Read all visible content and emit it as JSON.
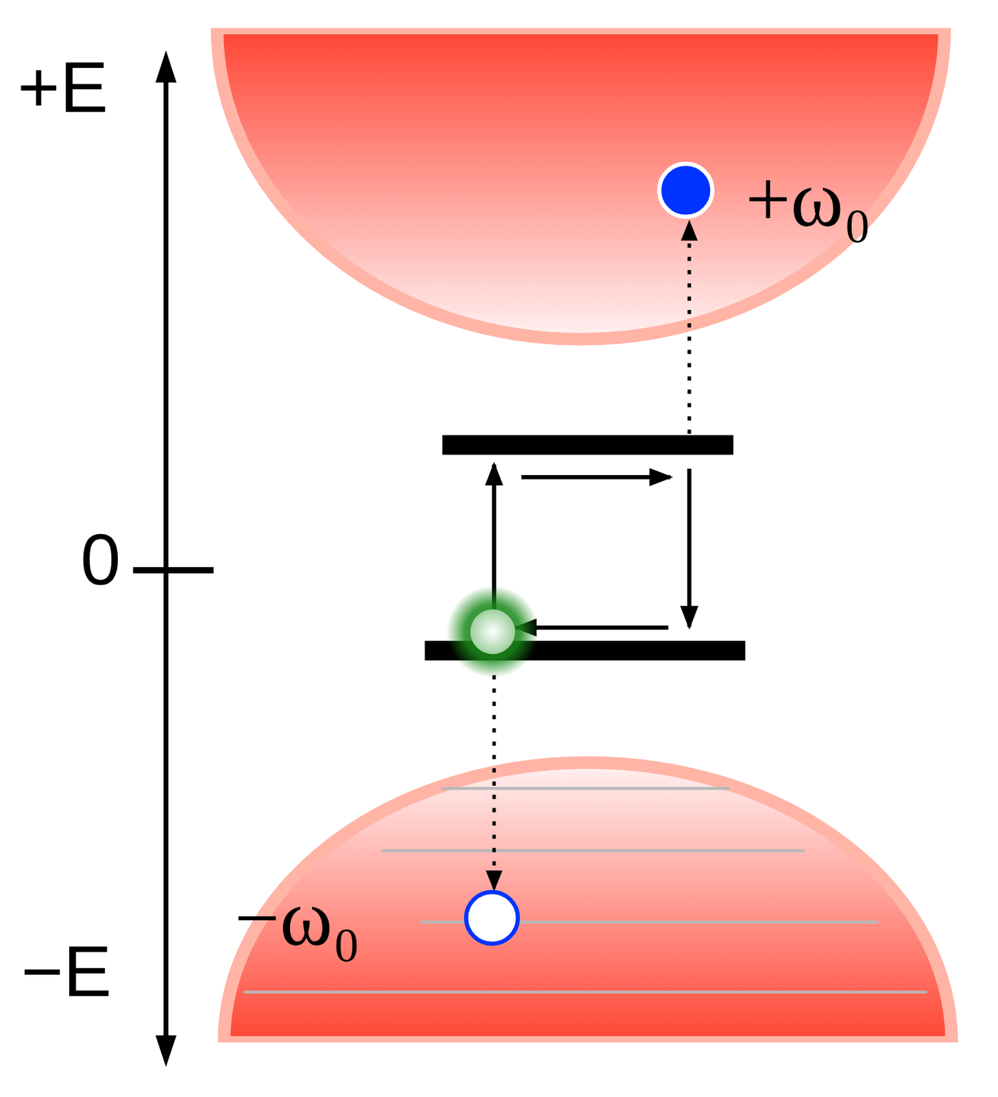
{
  "diagram": {
    "labels": [
      "+E",
      "0",
      "−E",
      "+ω₀",
      "−ω₀"
    ]
  }
}
